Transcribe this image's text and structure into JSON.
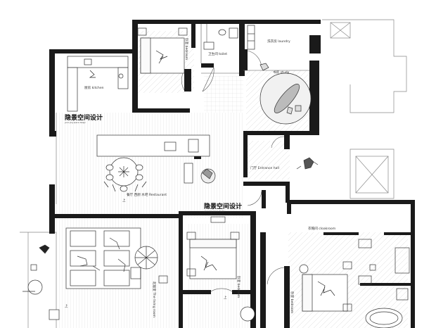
{
  "brand": {
    "name": "隐景空间设计",
    "sub": "yuan jing space design"
  },
  "rooms": {
    "kitchen": "厨房 kitchen",
    "wc": "卫生间 toilet",
    "laundry": "洗衣房 laundry",
    "study": "书房 study",
    "dining": "餐厅 西厨 水吧 Restaurant",
    "entrance": "门厅 Entrance hall",
    "living": "起居室 The living room",
    "bedroom_left": "卧室 bedroom",
    "bedroom_right": "卧室 bedroom",
    "bedroom_top": "卧室 bedroom",
    "cloakroom": "衣帽间 cloakroom",
    "up_mark": "上"
  },
  "colors": {
    "wall": "#1a1a1a",
    "line": "#555555",
    "floor_hatch": "#bdbdbd",
    "background": "#ffffff"
  }
}
